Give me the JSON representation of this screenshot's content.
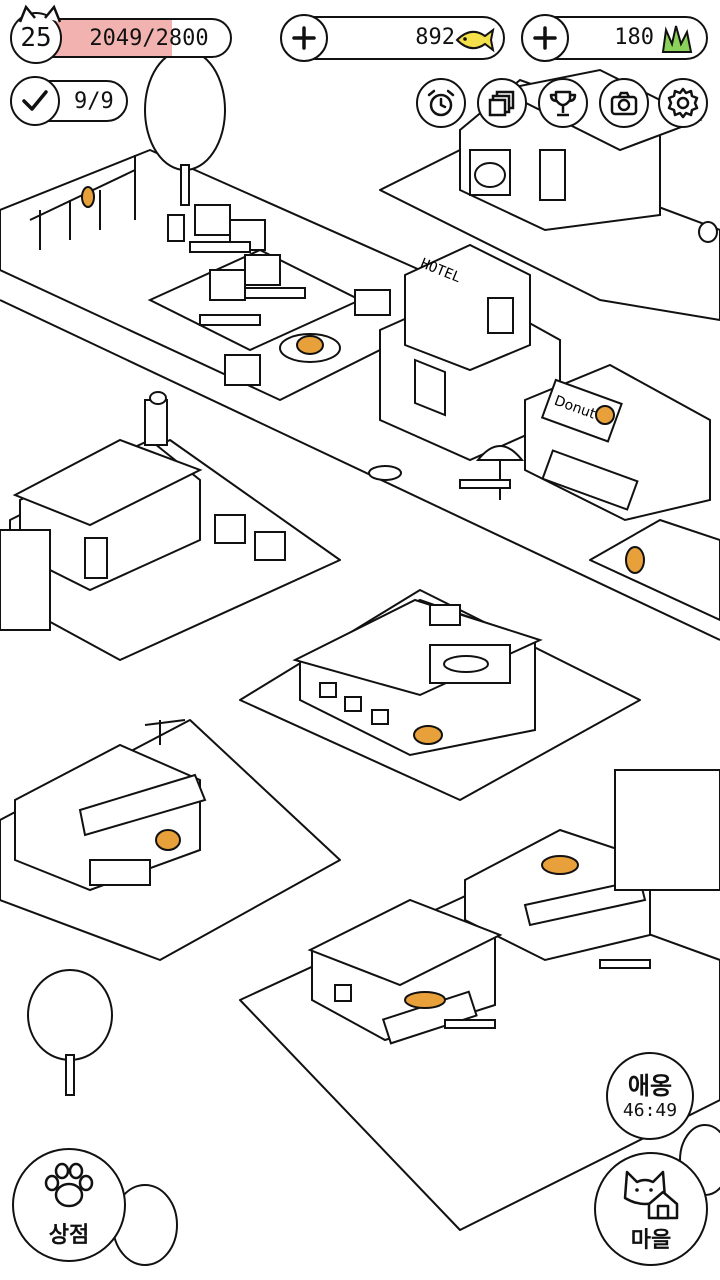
{
  "hud": {
    "level": "25",
    "xp_text": "2049/2800",
    "xp_progress": 0.73,
    "fish_count": "892",
    "grass_count": "180",
    "tasks_text": "9/9"
  },
  "toolbar": [
    "alarm-clock-icon",
    "layers-icon",
    "trophy-icon",
    "camera-icon",
    "gear-icon"
  ],
  "scene_text": {
    "hotel_sign": "HOTEL",
    "donut_sign": "Donut"
  },
  "event": {
    "label": "애옹",
    "timer": "46:49"
  },
  "shop": {
    "label": "상점"
  },
  "village": {
    "label": "마을"
  },
  "colors": {
    "accent_orange": "#e8a13a",
    "xp_fill": "#f2b3b0",
    "fish_yellow": "#f3e04a",
    "grass_green": "#8cd25a",
    "line": "#111111"
  }
}
